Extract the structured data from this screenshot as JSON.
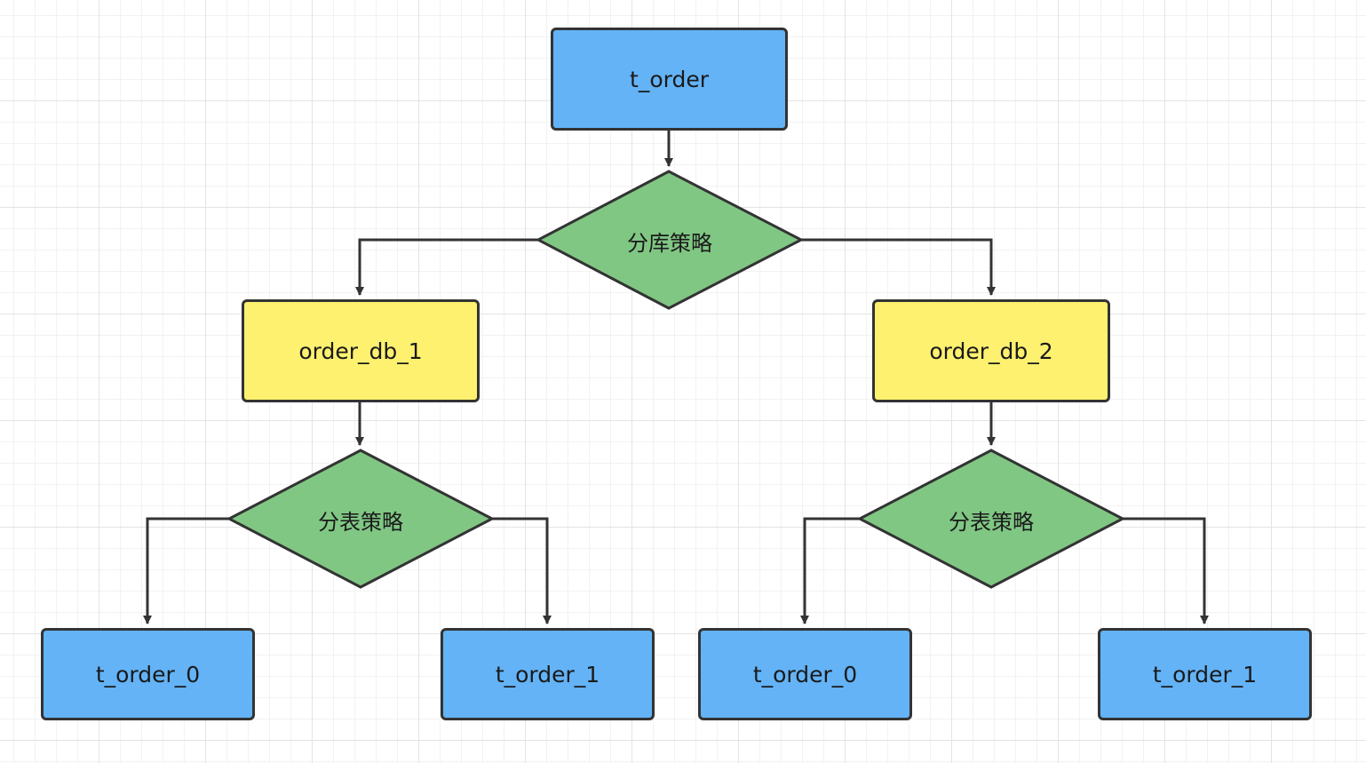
{
  "root": {
    "label": "t_order"
  },
  "db_strategy": {
    "label": "分库策略"
  },
  "db1": {
    "label": "order_db_1",
    "table_strategy": {
      "label": "分表策略"
    },
    "tables": [
      {
        "label": "t_order_0"
      },
      {
        "label": "t_order_1"
      }
    ]
  },
  "db2": {
    "label": "order_db_2",
    "table_strategy": {
      "label": "分表策略"
    },
    "tables": [
      {
        "label": "t_order_0"
      },
      {
        "label": "t_order_1"
      }
    ]
  },
  "colors": {
    "table_fill": "#63b3f6",
    "db_fill": "#fdf16f",
    "strategy_fill": "#80c784",
    "stroke": "#333333"
  }
}
